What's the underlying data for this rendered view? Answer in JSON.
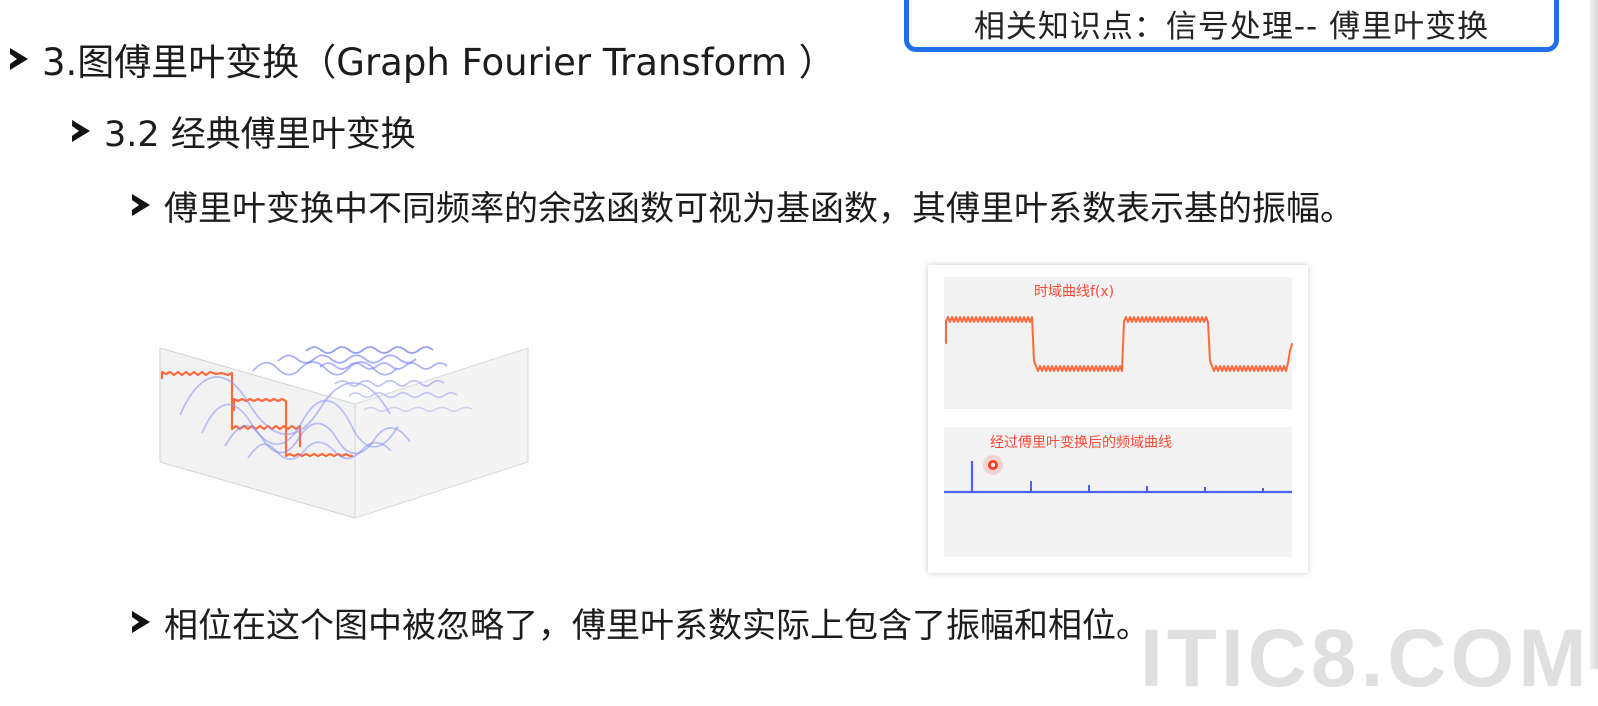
{
  "topic_box": {
    "text": "相关知识点：信号处理-- 傅里叶变换"
  },
  "outline": {
    "heading_1": "3.图傅里叶变换（Graph Fourier Transform ）",
    "heading_2": "3.2 经典傅里叶变换",
    "bullet_1": "傅里叶变换中不同频率的余弦函数可视为基函数，其傅里叶系数表示基的振幅。",
    "bullet_2": "相位在这个图中被忽略了，傅里叶系数实际上包含了振幅和相位。"
  },
  "figure_right": {
    "time_domain_label": "时域曲线f(x)",
    "frequency_domain_label": "经过傅里叶变换后的频域曲线"
  },
  "watermark": {
    "text": "ITIC8.COM"
  },
  "colors": {
    "accent_blue": "#1f6fe8",
    "signal_red": "#ff6a3d",
    "spectrum_blue": "#4d63ff",
    "panel_gray": "#f2f2f2"
  }
}
